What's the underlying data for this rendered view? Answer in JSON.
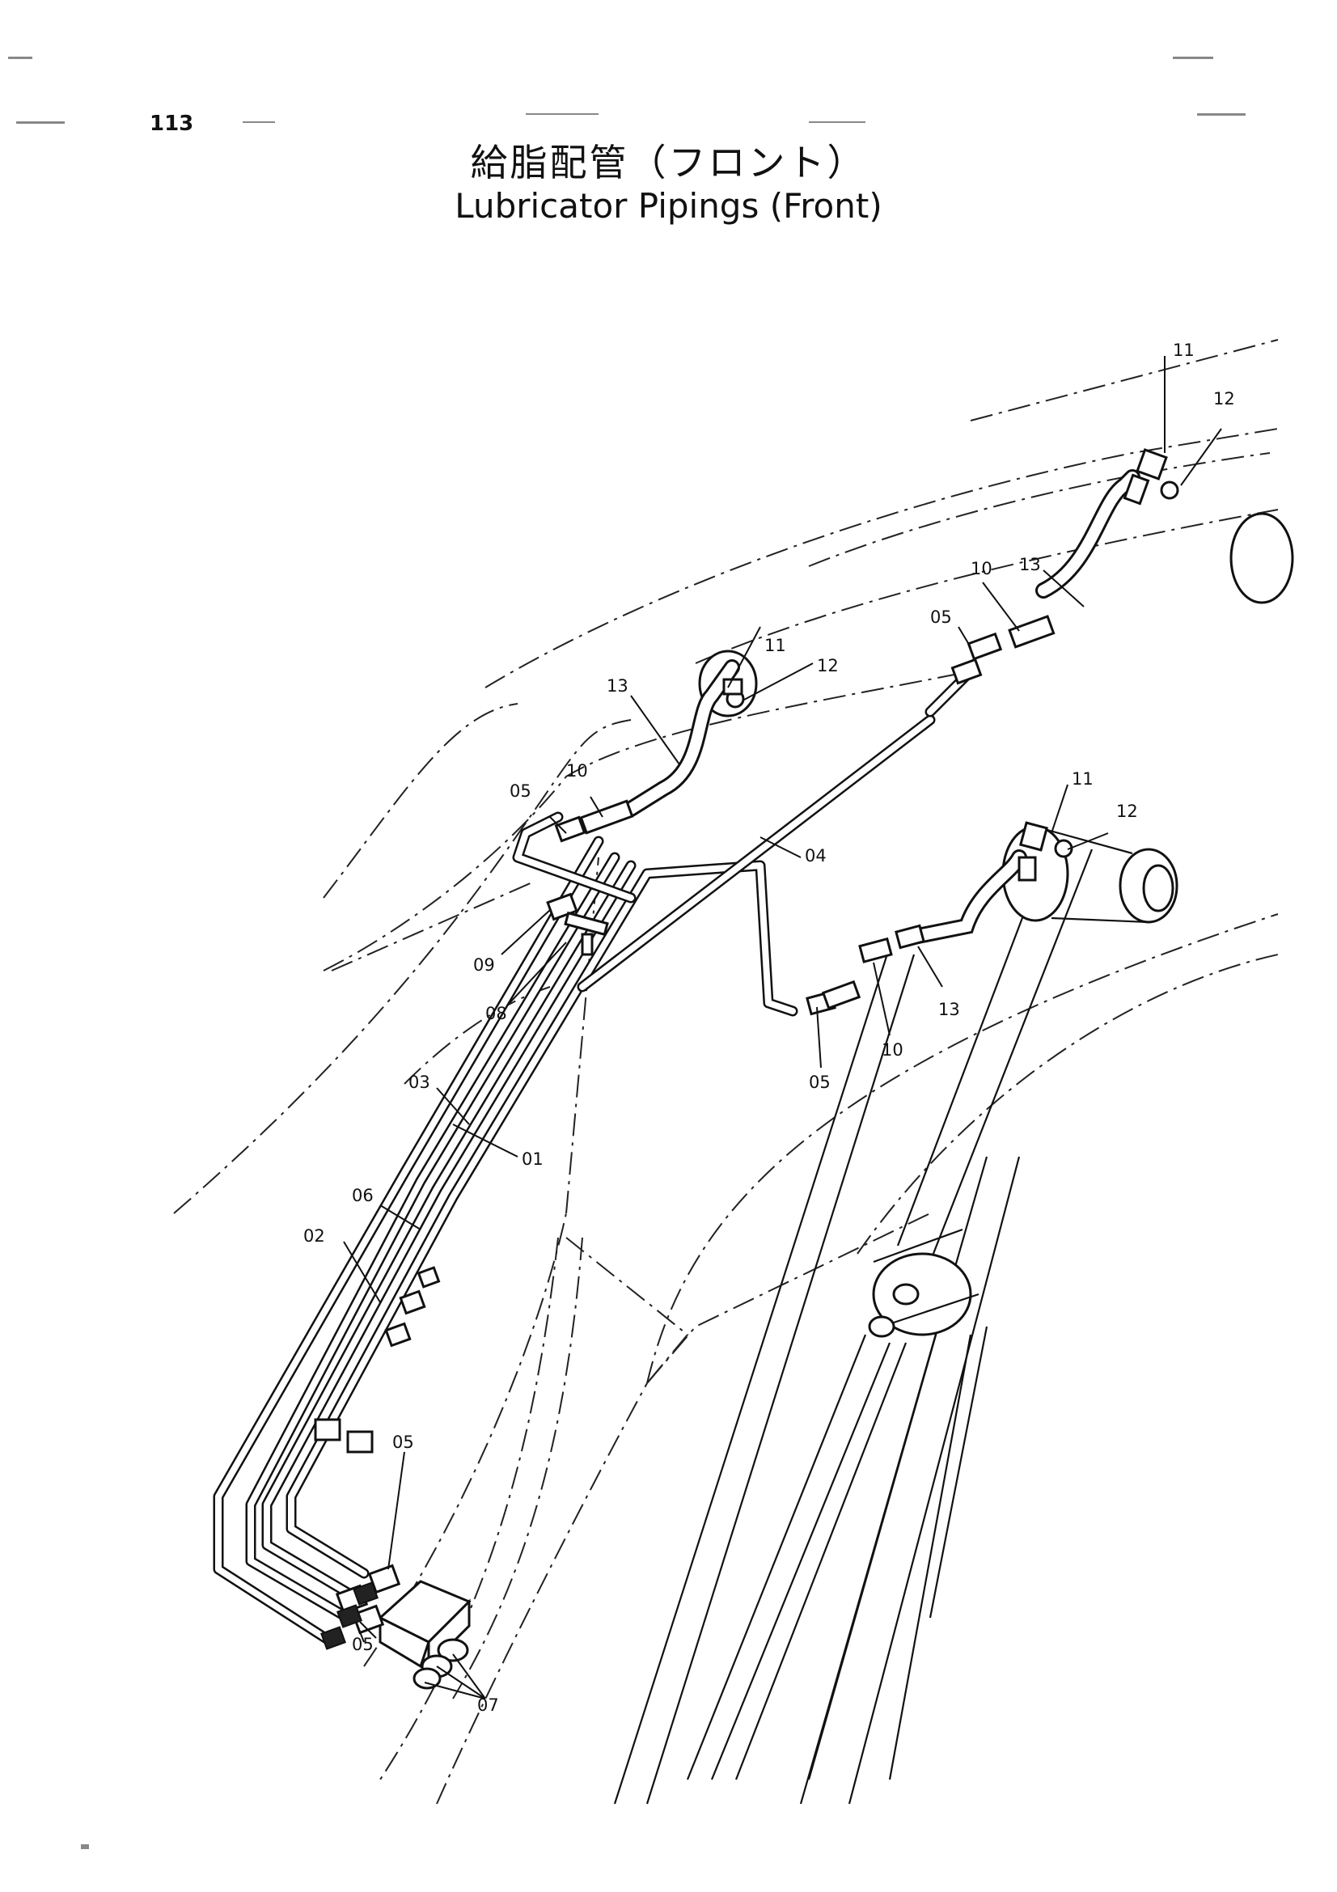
{
  "page_number": "113",
  "title_jp": "給脂配管（フロント）",
  "title_en": "Lubricator Pipings (Front)",
  "labels": [
    "11",
    "12",
    "13",
    "10",
    "05",
    "11",
    "12",
    "13",
    "10",
    "05",
    "04",
    "11",
    "12",
    "09",
    "08",
    "13",
    "10",
    "05",
    "03",
    "06",
    "01",
    "02",
    "05",
    "05",
    "07"
  ]
}
